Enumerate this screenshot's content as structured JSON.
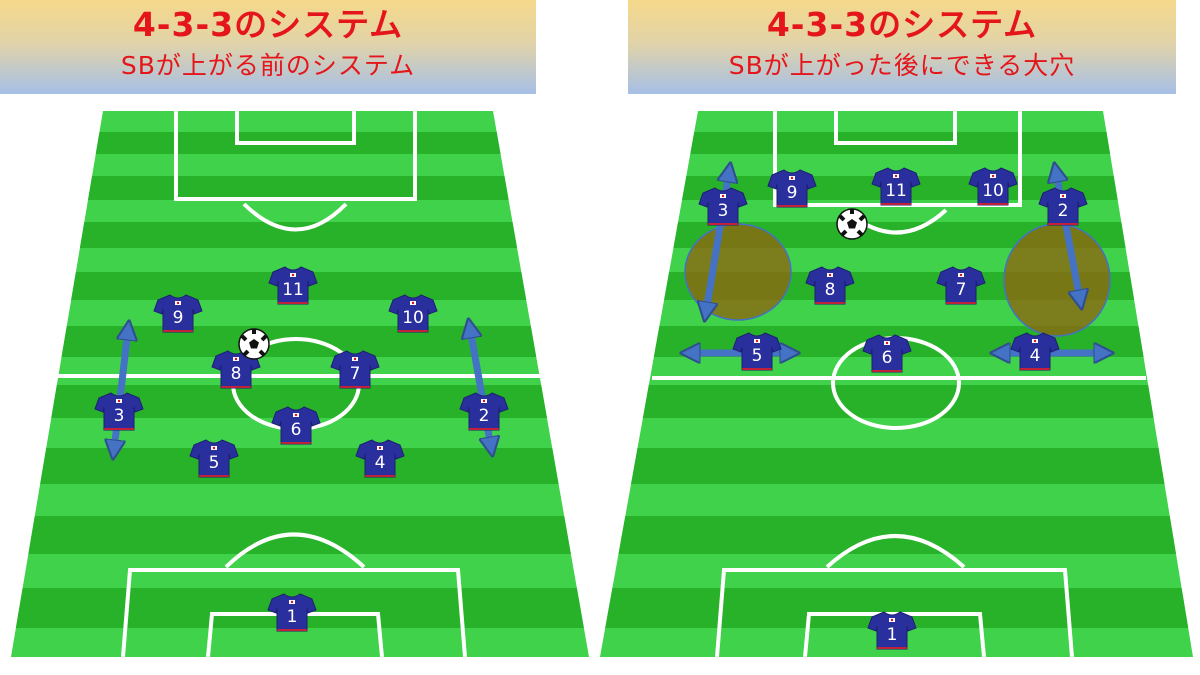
{
  "panels": [
    {
      "title": "4-3-3のシステム",
      "subtitle": "SBが上がる前のシステム",
      "players": [
        {
          "num": "11"
        },
        {
          "num": "9"
        },
        {
          "num": "10"
        },
        {
          "num": "8"
        },
        {
          "num": "7"
        },
        {
          "num": "3"
        },
        {
          "num": "2"
        },
        {
          "num": "6"
        },
        {
          "num": "5"
        },
        {
          "num": "4"
        },
        {
          "num": "1"
        }
      ]
    },
    {
      "title": "4-3-3のシステム",
      "subtitle": "SBが上がった後にできる大穴",
      "players": [
        {
          "num": "9"
        },
        {
          "num": "11"
        },
        {
          "num": "10"
        },
        {
          "num": "3"
        },
        {
          "num": "2"
        },
        {
          "num": "8"
        },
        {
          "num": "7"
        },
        {
          "num": "5"
        },
        {
          "num": "6"
        },
        {
          "num": "4"
        },
        {
          "num": "1"
        }
      ]
    }
  ],
  "colors": {
    "title_text": "#e4161b",
    "pitch_light": "#3fd24a",
    "pitch_dark": "#27b229",
    "jersey": "#2a2f9e",
    "arrow": "#4472c4",
    "gap_zone": "#8a6a12"
  }
}
